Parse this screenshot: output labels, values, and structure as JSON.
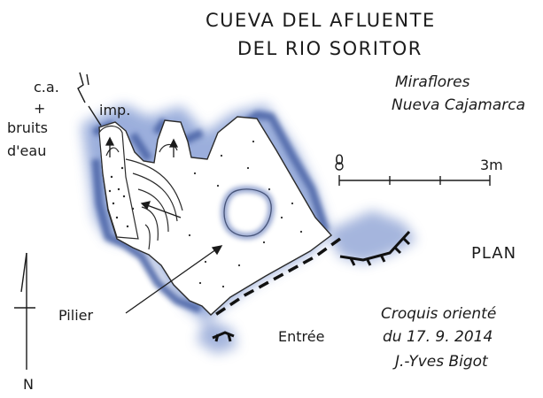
{
  "title": {
    "line1": "CUEVA DEL AFLUENTE",
    "line2": "DEL RIO SORITOR"
  },
  "location": {
    "line1": "Miraflores",
    "line2": "Nueva Cajamarca"
  },
  "scale": {
    "start_label": "0",
    "end_label": "3m"
  },
  "plan_label": "PLAN",
  "annotations": {
    "ca": "c.a.",
    "plus": "+",
    "bruits": "bruits",
    "deau": "d'eau",
    "imp": "imp.",
    "pilier": "Pilier",
    "entree": "Entrée",
    "north": "N"
  },
  "credit": {
    "line1": "Croquis orienté",
    "line2": "du 17. 9. 2014",
    "line3": "J.-Yves Bigot"
  },
  "colors": {
    "ink": "#1b1b1b",
    "rock_shadow": "#5f77b8",
    "rock_shadow_light": "#9fb2dc",
    "floor": "#ffffff"
  }
}
